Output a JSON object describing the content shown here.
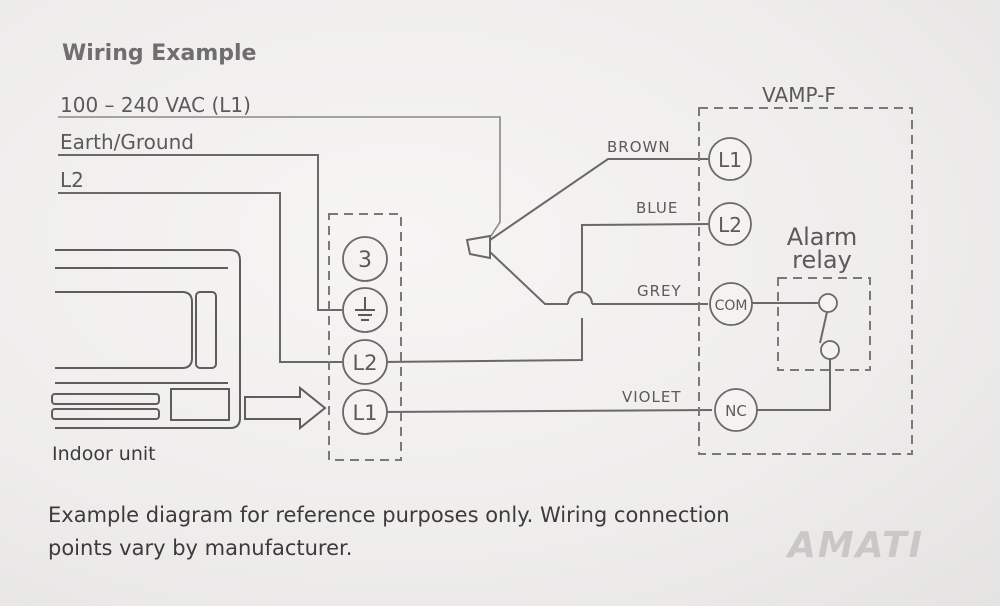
{
  "title": "Wiring Example",
  "supply_labels": {
    "l1": "100 – 240 VAC (L1)",
    "earth": "Earth/Ground",
    "l2": "L2"
  },
  "indoor_unit": {
    "label": "Indoor unit",
    "terminals": [
      "3",
      "⏚",
      "L2",
      "L1"
    ]
  },
  "vamp": {
    "label": "VAMP-F",
    "terminals": [
      "L1",
      "L2",
      "COM",
      "NC"
    ],
    "wire_colors": [
      "BROWN",
      "BLUE",
      "GREY",
      "VIOLET"
    ],
    "relay_label_line1": "Alarm",
    "relay_label_line2": "relay"
  },
  "caption": {
    "line1": "Example diagram for reference purposes only. Wiring connection",
    "line2": "points vary by manufacturer."
  },
  "watermark": "AMATI",
  "colors": {
    "wire": "#6a6868",
    "text": "#5b5959",
    "caption": "#3c3a3a",
    "watermark": "#c9c8c7"
  }
}
